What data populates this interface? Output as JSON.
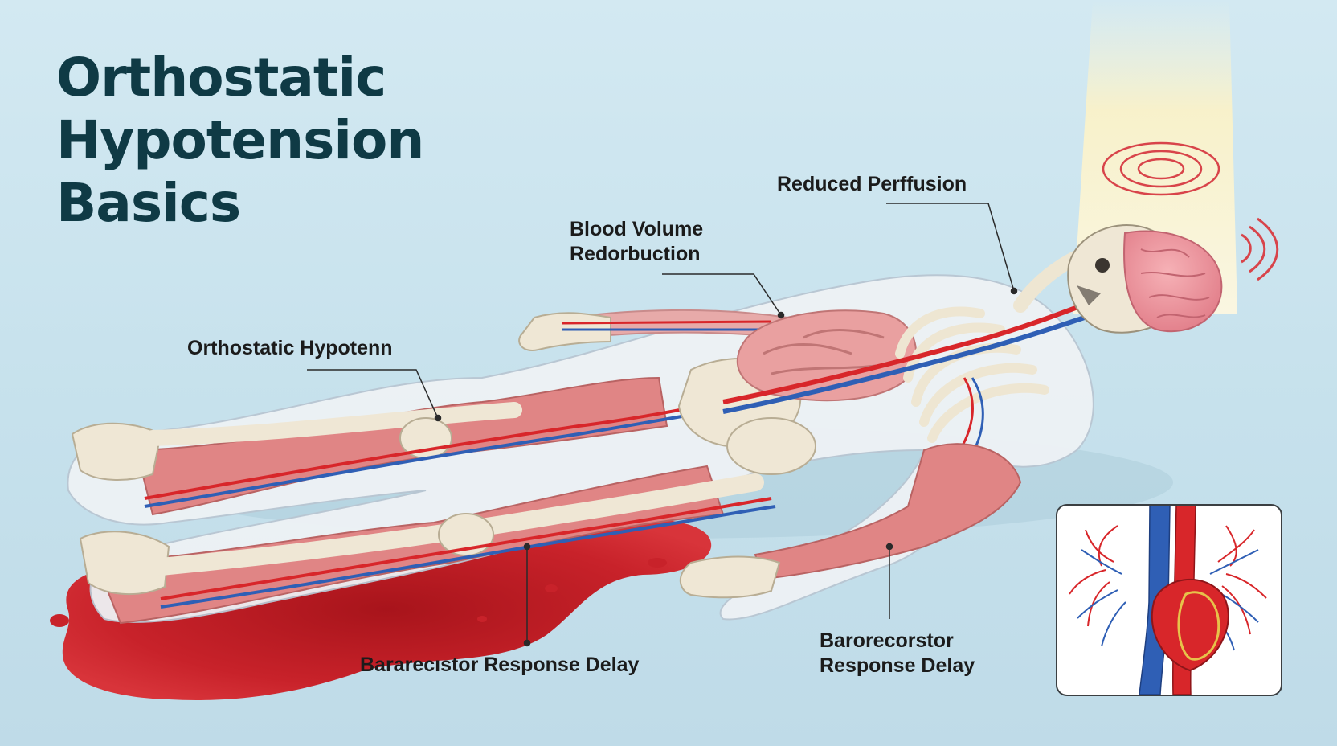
{
  "title": {
    "line1": "Orthostatic",
    "line2": "Hypotension",
    "line3": "Basics"
  },
  "labels": {
    "reduced_perfusion": "Reduced Perffusion",
    "blood_volume_line1": "Blood Volume",
    "blood_volume_line2": "Redorbuction",
    "orthostatic": "Orthostatic Hypotenn",
    "baroreceptor_left": "Bararecıstor Response Delay",
    "baroreceptor_right_line1": "Barorecorstor",
    "baroreceptor_right_line2": "Response Delay"
  },
  "colors": {
    "title": "#0f3a45",
    "artery": "#d8262a",
    "vein": "#2f5fb5",
    "muscle": "#e58a8a",
    "bone": "#eee6d2",
    "blood_pool": "#c81f25",
    "background": "#c9e3ee"
  }
}
